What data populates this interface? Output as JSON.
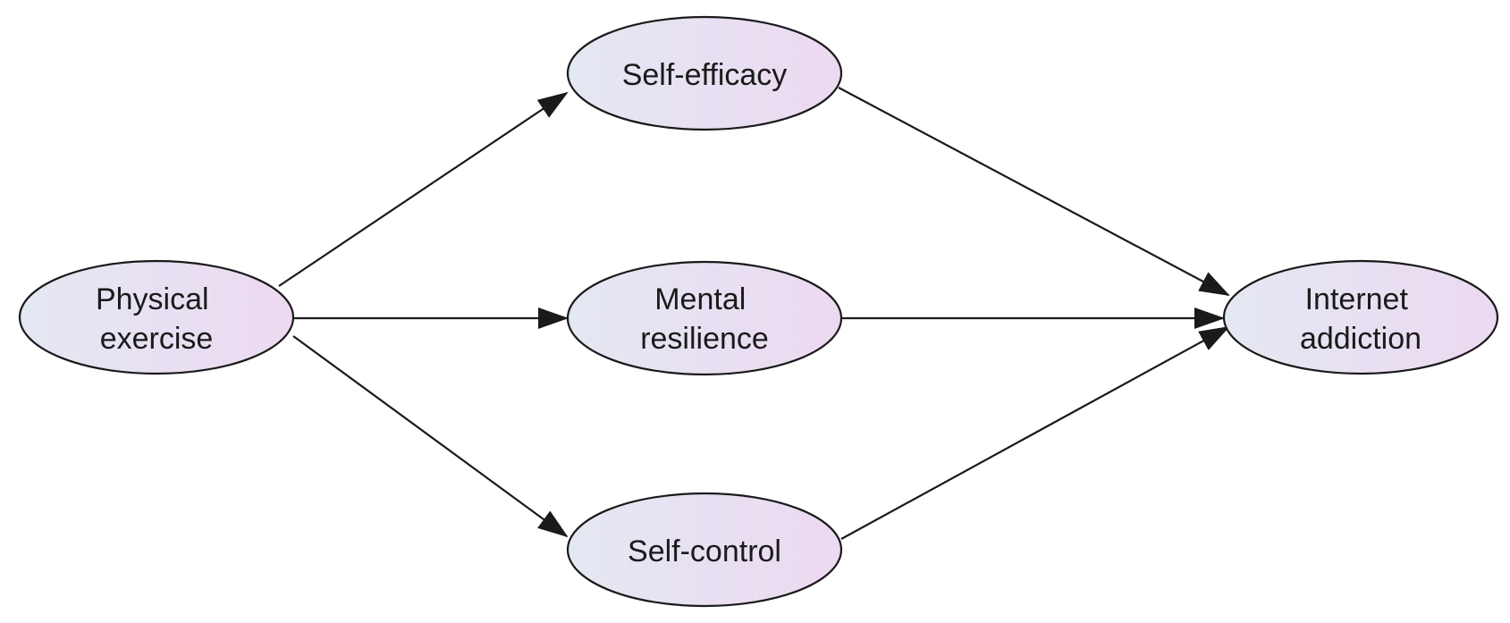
{
  "nodes": {
    "physical_exercise": {
      "lines": [
        "Physical",
        "exercise"
      ]
    },
    "self_efficacy": {
      "lines": [
        "Self-efficacy"
      ]
    },
    "mental_resilience": {
      "lines": [
        "Mental",
        "resilience"
      ]
    },
    "self_control": {
      "lines": [
        "Self-control"
      ]
    },
    "internet_addiction": {
      "lines": [
        "Internet",
        "addiction"
      ]
    }
  },
  "edges": [
    {
      "from": "physical_exercise",
      "to": "self_efficacy"
    },
    {
      "from": "physical_exercise",
      "to": "mental_resilience"
    },
    {
      "from": "physical_exercise",
      "to": "self_control"
    },
    {
      "from": "self_efficacy",
      "to": "internet_addiction"
    },
    {
      "from": "mental_resilience",
      "to": "internet_addiction"
    },
    {
      "from": "self_control",
      "to": "internet_addiction"
    }
  ],
  "colors": {
    "node_fill_start": "#e4e8f2",
    "node_fill_end": "#ecd9f1",
    "stroke": "#1a1a1a",
    "background": "#ffffff"
  }
}
